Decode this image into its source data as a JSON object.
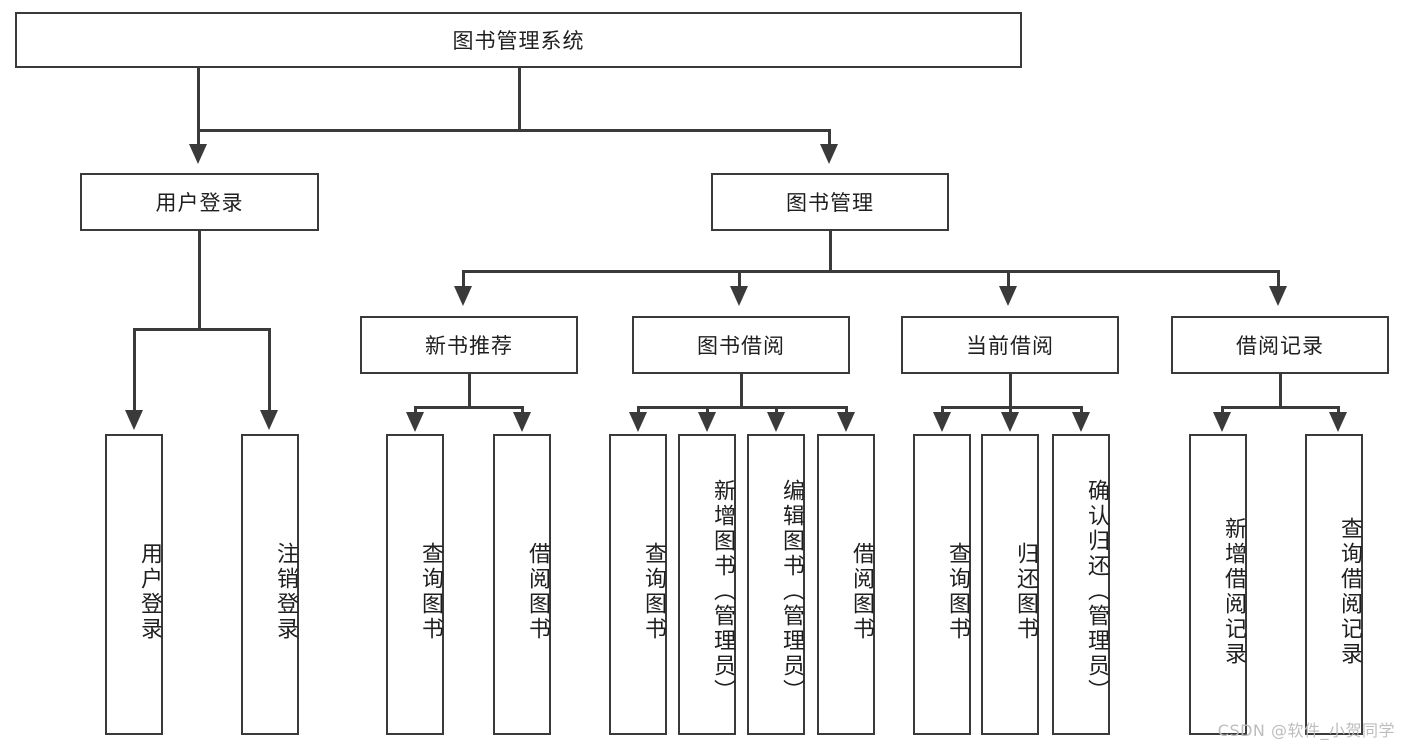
{
  "diagram": {
    "type": "tree-hierarchy",
    "title": "图书管理系统",
    "root": {
      "label": "图书管理系统"
    },
    "level2": [
      {
        "label": "用户登录"
      },
      {
        "label": "图书管理"
      }
    ],
    "level3": [
      {
        "label": "新书推荐"
      },
      {
        "label": "图书借阅"
      },
      {
        "label": "当前借阅"
      },
      {
        "label": "借阅记录"
      }
    ],
    "leaves": {
      "user_login": [
        {
          "label": "用户登录"
        },
        {
          "label": "注销登录"
        }
      ],
      "new_book_recommend": [
        {
          "label": "查询图书"
        },
        {
          "label": "借阅图书"
        }
      ],
      "book_borrow": [
        {
          "label": "查询图书"
        },
        {
          "label": "新增图书（管理员）"
        },
        {
          "label": "编辑图书（管理员）"
        },
        {
          "label": "借阅图书"
        }
      ],
      "current_borrow": [
        {
          "label": "查询图书"
        },
        {
          "label": "归还图书"
        },
        {
          "label": "确认归还（管理员）"
        }
      ],
      "borrow_record": [
        {
          "label": "新增借阅记录"
        },
        {
          "label": "查询借阅记录"
        }
      ]
    }
  },
  "watermark": {
    "text": "CSDN @软件_小贺同学"
  },
  "colors": {
    "border": "#3a3a3a",
    "background": "#ffffff",
    "text": "#1f1f1f",
    "watermark": "#bdbdbd"
  }
}
